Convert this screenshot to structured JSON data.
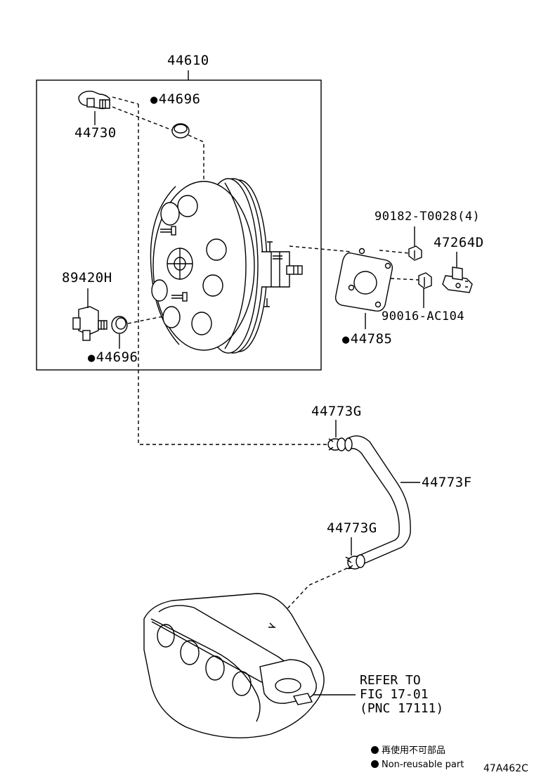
{
  "parts": {
    "booster_assy": "44610",
    "check_valve_top": "44730",
    "grommet_top": "44696",
    "sensor": "89420H",
    "grommet_bottom": "44696",
    "nut_upper": "90182-T0028(4)",
    "bracket": "47264D",
    "nut_lower": "90016-AC104",
    "gasket": "44785",
    "clip_upper": "44773G",
    "hose": "44773F",
    "clip_lower": "44773G"
  },
  "refer": {
    "line1": "REFER TO",
    "line2": "FIG 17-01",
    "line3": "(PNC 17111)"
  },
  "legend": {
    "item1": "再使用不可部品",
    "item2": "Non-reusable part"
  },
  "figure_id": "47A462C"
}
